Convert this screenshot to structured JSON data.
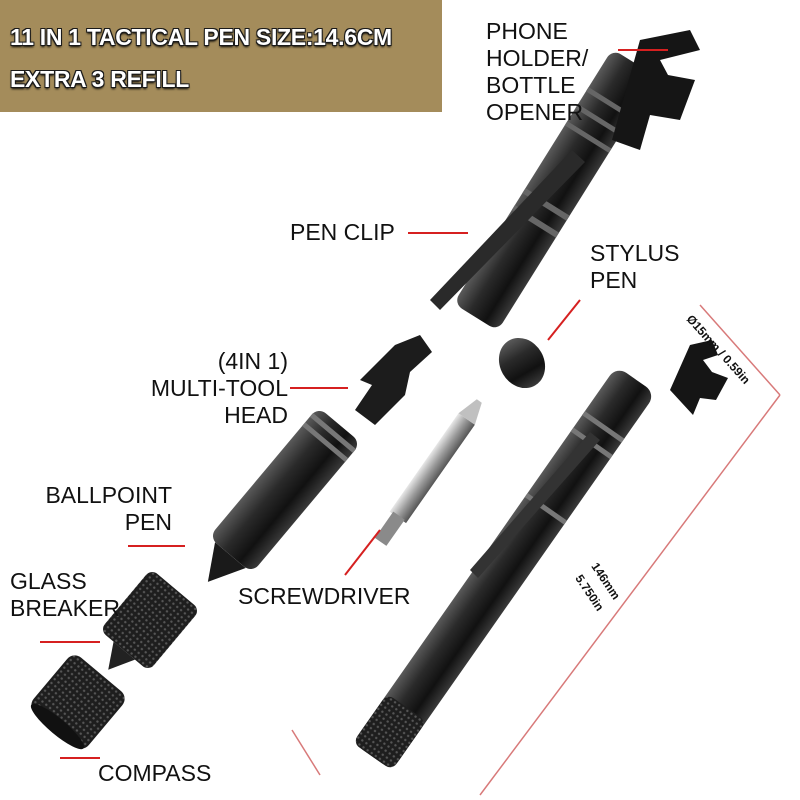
{
  "banner": {
    "line1": "11 IN 1 TACTICAL PEN SIZE:14.6CM",
    "line2": "EXTRA 3 REFILL"
  },
  "labels": {
    "phone_holder": [
      "PHONE",
      "HOLDER/",
      "BOTTLE",
      "OPENER"
    ],
    "pen_clip": "PEN CLIP",
    "stylus_pen": [
      "STYLUS",
      "PEN"
    ],
    "multi_tool_head": [
      "(4IN 1)",
      "MULTI-TOOL",
      "HEAD"
    ],
    "ballpoint_pen": [
      "BALLPOINT",
      "PEN"
    ],
    "glass_breaker": [
      "GLASS",
      "BREAKER"
    ],
    "screwdriver": "SCREWDRIVER",
    "compass": "COMPASS"
  },
  "dimensions": {
    "diameter": "Ø15mm / 0.59in",
    "length_mm": "146mm",
    "length_in": "5.750in"
  },
  "colors": {
    "banner_bg": "#a48c5b",
    "label_line": "#d62020",
    "dimension_line": "#d87a7a",
    "pen_body": "#1c1c1c"
  }
}
